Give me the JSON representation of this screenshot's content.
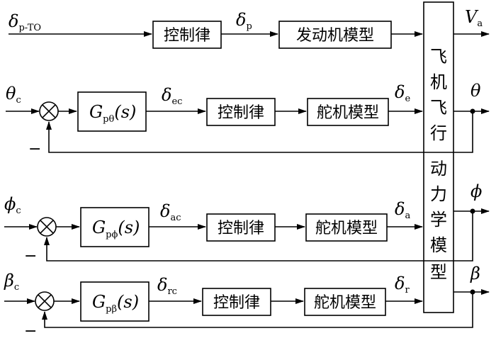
{
  "labels": {
    "control_law": "控制律",
    "engine_model": "发动机模型",
    "actuator_model": "舵机模型",
    "minus": "−"
  },
  "aircraft_model_chars": [
    "飞",
    "机",
    "飞",
    "行",
    "动",
    "力",
    "学",
    "模",
    "型"
  ],
  "signals": {
    "delta_pto": {
      "sym": "δ",
      "sub": "p-TO"
    },
    "delta_p": {
      "sym": "δ",
      "sub": "p"
    },
    "v_a": {
      "sym": "V",
      "sub": "a"
    },
    "theta_c": {
      "sym": "θ",
      "sub": "c"
    },
    "theta": {
      "sym": "θ",
      "sub": ""
    },
    "delta_ec": {
      "sym": "δ",
      "sub": "ec"
    },
    "delta_e": {
      "sym": "δ",
      "sub": "e"
    },
    "phi_c": {
      "sym": "ϕ",
      "sub": "c"
    },
    "phi": {
      "sym": "ϕ",
      "sub": ""
    },
    "delta_ac": {
      "sym": "δ",
      "sub": "ac"
    },
    "delta_a": {
      "sym": "δ",
      "sub": "a"
    },
    "beta_c": {
      "sym": "β",
      "sub": "c"
    },
    "beta": {
      "sym": "β",
      "sub": ""
    },
    "delta_rc": {
      "sym": "δ",
      "sub": "rc"
    },
    "delta_r": {
      "sym": "δ",
      "sub": "r"
    }
  },
  "controllers": {
    "g_theta": {
      "G": "G",
      "sub": "pθ",
      "arg": "(s)"
    },
    "g_phi": {
      "G": "G",
      "sub": "pϕ",
      "arg": "(s)"
    },
    "g_beta": {
      "G": "G",
      "sub": "pβ",
      "arg": "(s)"
    }
  }
}
